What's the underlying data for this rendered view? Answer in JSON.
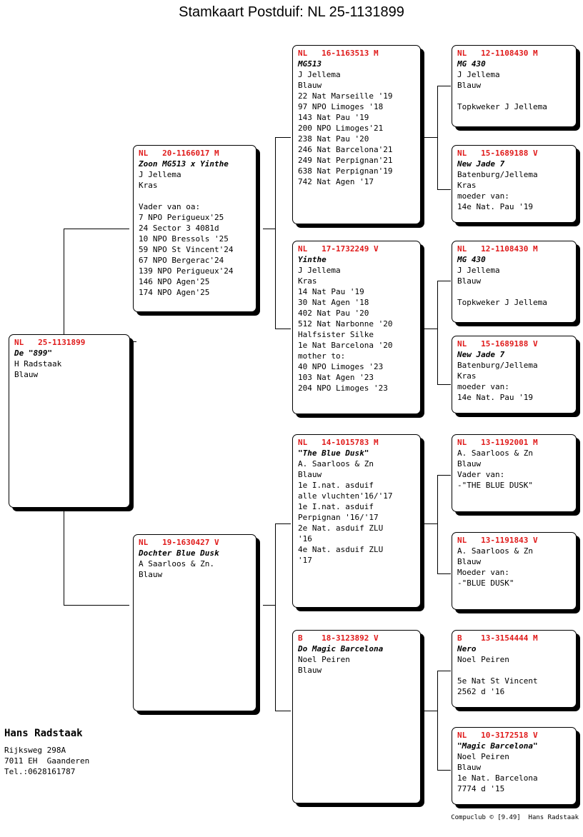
{
  "page": {
    "title": "Stamkaart Postduif: NL  25-1131899",
    "credit": "Compuclub © [9.49]  Hans Radstaak",
    "accent_color": "#e01b1b",
    "text_color": "#000000",
    "background": "#ffffff"
  },
  "owner": {
    "name": "Hans Radstaak",
    "street": "Rijksweg 298A",
    "city": "7011 EH  Gaanderen",
    "phone": "Tel.:0628161787"
  },
  "pedigree": {
    "subject": {
      "id": "NL   25-1131899",
      "nickname": "De \"899\"",
      "breeder": "H Radstaak",
      "color": "Blauw",
      "notes": []
    },
    "generation2": [
      {
        "id": "NL   20-1166017 M",
        "nickname": "Zoon MG513 x Yinthe",
        "breeder": "J Jellema",
        "color": "Kras",
        "notes": [
          "",
          "Vader van oa:",
          "7 NPO Perigueux'25",
          "24 Sector 3 4081d",
          "10 NPO Bressols '25",
          "59 NPO St Vincent'24",
          "67 NPO Bergerac'24",
          "139 NPO Perigueux'24",
          "146 NPO Agen'25",
          "174 NPO Agen'25"
        ]
      },
      {
        "id": "NL   19-1630427 V",
        "nickname": "Dochter Blue Dusk",
        "breeder": "A Saarloos & Zn.",
        "color": "Blauw",
        "notes": []
      }
    ],
    "generation3": [
      {
        "id": "NL   16-1163513 M",
        "nickname": "MG513",
        "breeder": "J Jellema",
        "color": "Blauw",
        "notes": [
          "22 Nat Marseille '19",
          "97 NPO Limoges '18",
          "143 Nat Pau '19",
          "200 NPO Limoges'21",
          "238 Nat Pau '20",
          "246 Nat Barcelona'21",
          "249 Nat Perpignan'21",
          "638 Nat Perpignan'19",
          "742 Nat Agen '17"
        ]
      },
      {
        "id": "NL   17-1732249 V",
        "nickname": "Yinthe",
        "breeder": "J Jellema",
        "color": "Kras",
        "notes": [
          "14 Nat Pau '19",
          "30 Nat Agen '18",
          "402 Nat Pau '20",
          "512 Nat Narbonne '20",
          "Halfsister Silke",
          "1e Nat Barcelona '20",
          "mother to:",
          "40 NPO Limoges '23",
          "103 Nat Agen '23",
          "204 NPO Limoges '23"
        ]
      },
      {
        "id": "NL   14-1015783 M",
        "nickname": "\"The Blue Dusk\"",
        "breeder": "A. Saarloos & Zn",
        "color": "Blauw",
        "notes": [
          "1e I.nat. asduif",
          "alle vluchten'16/'17",
          "1e I.nat. asduif",
          "Perpignan '16/'17",
          "2e Nat. asduif ZLU",
          "'16",
          "4e Nat. asduif ZLU",
          "'17"
        ]
      },
      {
        "id": "B    18-3123892 V",
        "nickname": "Do Magic Barcelona",
        "breeder": "Noel Peiren",
        "color": "Blauw",
        "notes": []
      }
    ],
    "generation4": [
      {
        "id": "NL   12-1108430 M",
        "nickname": "MG 430",
        "breeder": "J Jellema",
        "color": "Blauw",
        "notes": [
          "",
          "Topkweker J Jellema"
        ]
      },
      {
        "id": "NL   15-1689188 V",
        "nickname": "New Jade 7",
        "breeder": "Batenburg/Jellema",
        "color": "Kras",
        "notes": [
          "moeder van:",
          "14e Nat. Pau '19"
        ]
      },
      {
        "id": "NL   12-1108430 M",
        "nickname": "MG 430",
        "breeder": "J Jellema",
        "color": "Blauw",
        "notes": [
          "",
          "Topkweker J Jellema"
        ]
      },
      {
        "id": "NL   15-1689188 V",
        "nickname": "New Jade 7",
        "breeder": "Batenburg/Jellema",
        "color": "Kras",
        "notes": [
          "moeder van:",
          "14e Nat. Pau '19"
        ]
      },
      {
        "id": "NL   13-1192001 M",
        "nickname": "",
        "breeder": "A. Saarloos & Zn",
        "color": "Blauw",
        "notes": [
          "Vader van:",
          "-\"THE BLUE DUSK\""
        ]
      },
      {
        "id": "NL   13-1191843 V",
        "nickname": "",
        "breeder": "A. Saarloos & Zn",
        "color": "Blauw",
        "notes": [
          "Moeder van:",
          "-\"BLUE DUSK\""
        ]
      },
      {
        "id": "B    13-3154444 M",
        "nickname": "Nero",
        "breeder": "Noel Peiren",
        "color": "",
        "notes": [
          "5e Nat St Vincent",
          "2562 d '16"
        ]
      },
      {
        "id": "NL   10-3172518 V",
        "nickname": "\"Magic Barcelona\"",
        "breeder": "Noel Peiren",
        "color": "Blauw",
        "notes": [
          "1e Nat. Barcelona",
          "7774 d '15"
        ]
      }
    ]
  }
}
